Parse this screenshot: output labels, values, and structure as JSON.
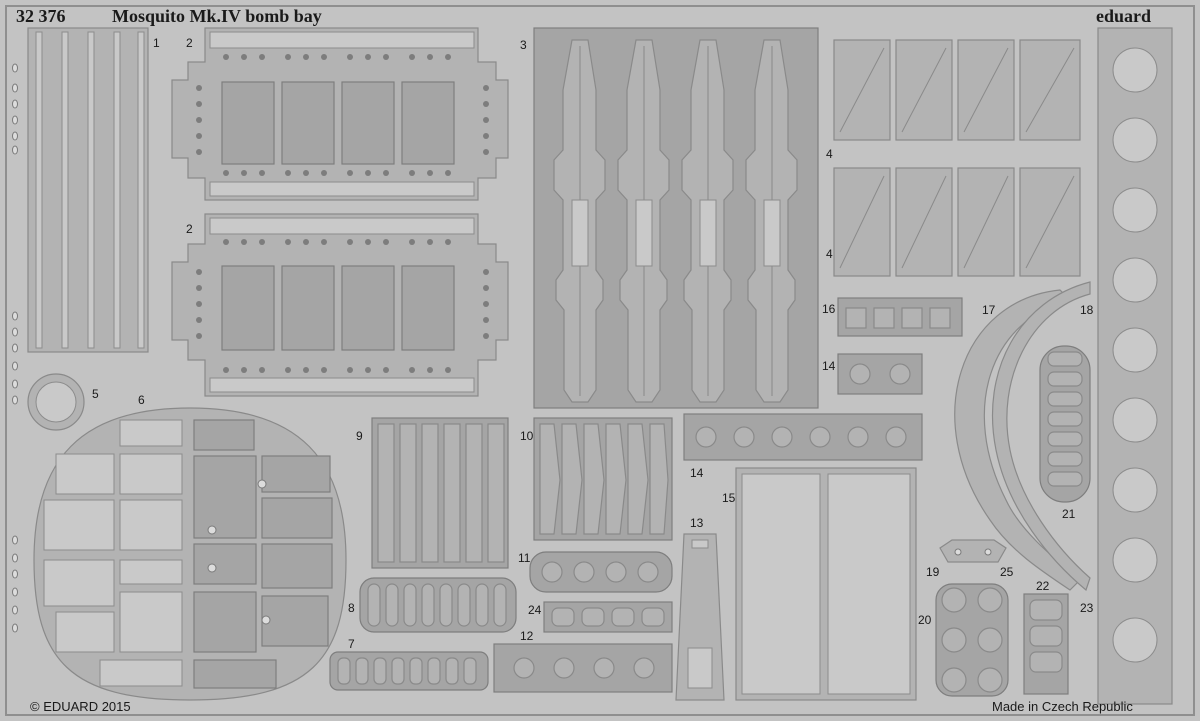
{
  "header": {
    "set_number": "32 376",
    "set_title": "Mosquito Mk.IV bomb bay",
    "brand": "eduard"
  },
  "footer": {
    "copyright": "© EDUARD 2015",
    "origin": "Made in Czech Republic"
  },
  "part_numbers": [
    "1",
    "2",
    "2",
    "3",
    "4",
    "4",
    "5",
    "6",
    "7",
    "8",
    "9",
    "10",
    "11",
    "12",
    "13",
    "14",
    "14",
    "15",
    "16",
    "17",
    "18",
    "19",
    "20",
    "21",
    "22",
    "23",
    "24",
    "25"
  ]
}
